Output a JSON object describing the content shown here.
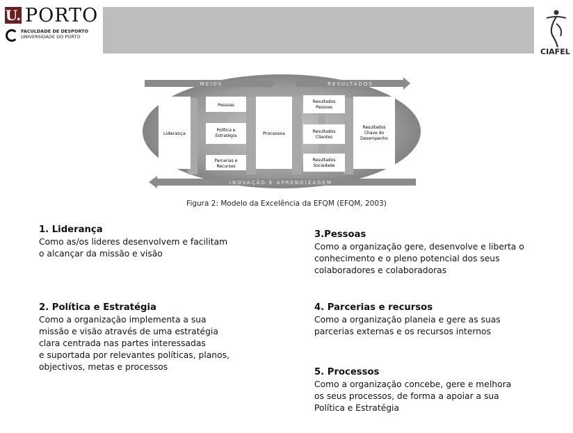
{
  "header": {
    "logo_letter": "U.",
    "logo_name": "PORTO",
    "logo_line1": "FACULDADE DE DESPORTO",
    "logo_line2": "UNIVERSIDADE DO PORTO",
    "right_logo": "CIAFEL"
  },
  "diagram": {
    "meios": "MEIOS",
    "resultados": "RESULTADOS",
    "lideranca": "Liderança",
    "pessoas": "Pessoas",
    "politica_l1": "Política e",
    "politica_l2": "Estratégia",
    "parcerias_l1": "Parcerias e",
    "parcerias_l2": "Recursos",
    "processos": "Processos",
    "res_pessoas_l1": "Resultados",
    "res_pessoas_l2": "Pessoas",
    "res_clientes_l1": "Resultados",
    "res_clientes_l2": "Clientes",
    "res_sociedade_l1": "Resultados",
    "res_sociedade_l2": "Sociedade",
    "res_chave_l1": "Resultados",
    "res_chave_l2": "Chave do",
    "res_chave_l3": "Desempenho",
    "inovacao": "INOVAÇÃO E APRENDIZAGEM"
  },
  "caption": "Figura 2: Modelo da Excelência da EFQM (EFQM, 2003)",
  "sections": {
    "s1": {
      "title": "1. Liderança",
      "lines": [
        "Como as/os lideres desenvolvem e facilitam",
        "o alcançar da missão e visão"
      ]
    },
    "s2": {
      "title": "2. Política e Estratégia",
      "lines": [
        "Como a organização implementa a sua",
        "missão e visão através de uma estratégia",
        "clara centrada nas partes interessadas",
        "e suportada por relevantes políticas, planos,",
        "objectivos, metas e processos"
      ]
    },
    "s3": {
      "title": "3.Pessoas",
      "lines": [
        "Como a organização gere, desenvolve e liberta o",
        "conhecimento e o pleno potencial dos seus",
        "colaboradores e colaboradoras"
      ]
    },
    "s4": {
      "title": "4. Parcerias e recursos",
      "lines": [
        "Como a organização planeia e gere as suas",
        "parcerias externas e os recursos internos"
      ]
    },
    "s5": {
      "title": "5. Processos",
      "lines": [
        "Como a organização concebe, gere e melhora",
        "os seus processos, de forma a apoiar a sua",
        "Política e Estratégia"
      ]
    }
  }
}
